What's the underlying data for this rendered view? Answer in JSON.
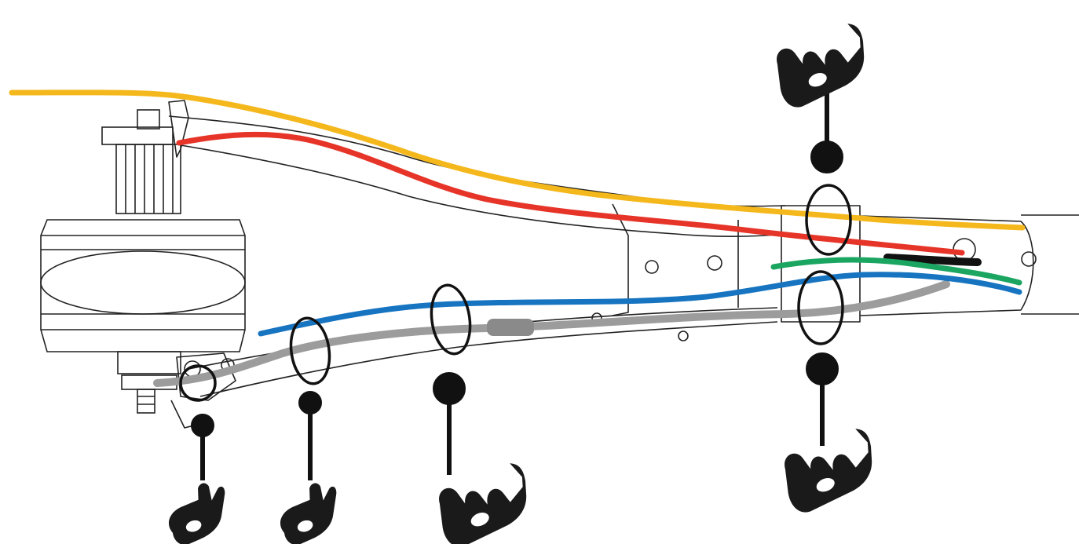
{
  "diagram": {
    "cables": [
      {
        "id": "cable-orange",
        "color": "#f5b81c"
      },
      {
        "id": "cable-red",
        "color": "#e63528"
      },
      {
        "id": "cable-green",
        "color": "#1aa561"
      },
      {
        "id": "cable-blue",
        "color": "#1674c0"
      },
      {
        "id": "cable-gray",
        "color": "#9c9c9c"
      },
      {
        "id": "cable-black",
        "color": "#111111"
      }
    ],
    "clip_markers": [
      {
        "id": "clip-top-right",
        "clip_type": "double-clip"
      },
      {
        "id": "clip-bottom-right",
        "clip_type": "double-clip"
      },
      {
        "id": "clip-bottom-middle",
        "clip_type": "double-clip"
      },
      {
        "id": "clip-bottom-left",
        "clip_type": "single-clip"
      },
      {
        "id": "clip-bottom-far-left",
        "clip_type": "single-clip"
      }
    ],
    "colors": {
      "frame_line": "#222222",
      "marker": "#111111",
      "clip_fill": "#1a1a1a"
    }
  }
}
